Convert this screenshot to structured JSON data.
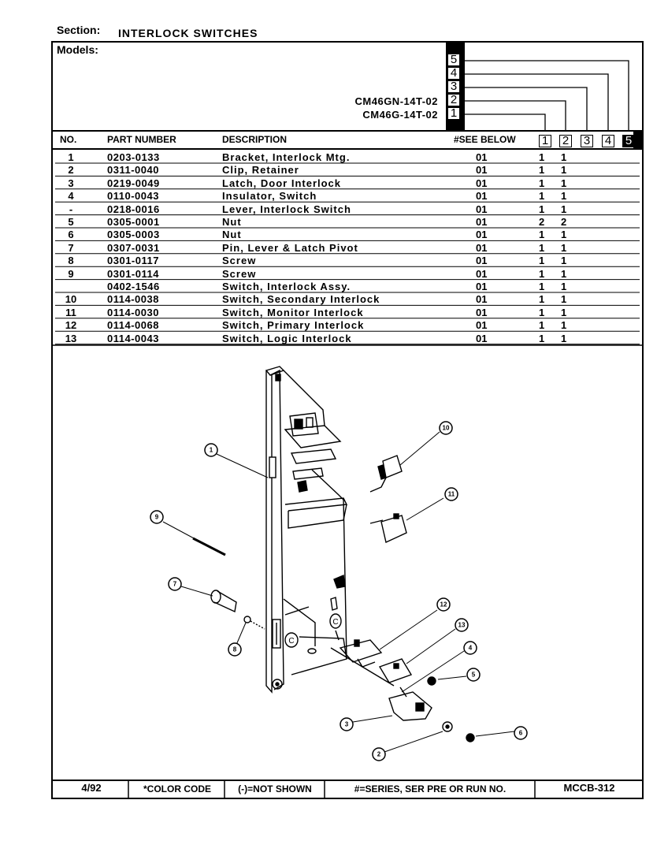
{
  "section": {
    "label": "Section:",
    "value": "INTERLOCK SWITCHES"
  },
  "models": {
    "label": "Models:",
    "names": [
      "CM46GN-14T-02",
      "CM46G-14T-02"
    ],
    "column_numbers": [
      "1",
      "2",
      "3",
      "4",
      "5"
    ]
  },
  "table": {
    "headers": {
      "no": "NO.",
      "part_number": "PART NUMBER",
      "description": "DESCRIPTION",
      "see_below": "#SEE BELOW"
    },
    "rows": [
      {
        "no": "1",
        "part": "0203-0133",
        "desc": "Bracket, Interlock Mtg.",
        "see": "01",
        "m1": "1",
        "m2": "1"
      },
      {
        "no": "2",
        "part": "0311-0040",
        "desc": "Clip, Retainer",
        "see": "01",
        "m1": "1",
        "m2": "1"
      },
      {
        "no": "3",
        "part": "0219-0049",
        "desc": "Latch, Door Interlock",
        "see": "01",
        "m1": "1",
        "m2": "1"
      },
      {
        "no": "4",
        "part": "0110-0043",
        "desc": "Insulator, Switch",
        "see": "01",
        "m1": "1",
        "m2": "1"
      },
      {
        "no": "-",
        "part": "0218-0016",
        "desc": "Lever, Interlock Switch",
        "see": "01",
        "m1": "1",
        "m2": "1"
      },
      {
        "no": "5",
        "part": "0305-0001",
        "desc": "Nut",
        "see": "01",
        "m1": "2",
        "m2": "2"
      },
      {
        "no": "6",
        "part": "0305-0003",
        "desc": "Nut",
        "see": "01",
        "m1": "1",
        "m2": "1"
      },
      {
        "no": "7",
        "part": "0307-0031",
        "desc": "Pin, Lever & Latch Pivot",
        "see": "01",
        "m1": "1",
        "m2": "1"
      },
      {
        "no": "8",
        "part": "0301-0117",
        "desc": "Screw",
        "see": "01",
        "m1": "1",
        "m2": "1"
      },
      {
        "no": "9",
        "part": "0301-0114",
        "desc": "Screw",
        "see": "01",
        "m1": "1",
        "m2": "1"
      },
      {
        "no": "",
        "part": "0402-1546",
        "desc": "Switch, Interlock Assy.",
        "see": "01",
        "m1": "1",
        "m2": "1"
      },
      {
        "no": "10",
        "part": "0114-0038",
        "desc": "Switch, Secondary Interlock",
        "see": "01",
        "m1": "1",
        "m2": "1"
      },
      {
        "no": "11",
        "part": "0114-0030",
        "desc": "Switch, Monitor Interlock",
        "see": "01",
        "m1": "1",
        "m2": "1"
      },
      {
        "no": "12",
        "part": "0114-0068",
        "desc": "Switch, Primary Interlock",
        "see": "01",
        "m1": "1",
        "m2": "1"
      },
      {
        "no": "13",
        "part": "0114-0043",
        "desc": "Switch, Logic Interlock",
        "see": "01",
        "m1": "1",
        "m2": "1"
      }
    ]
  },
  "diagram": {
    "callouts": [
      "1",
      "9",
      "7",
      "8",
      "10",
      "11",
      "12",
      "13",
      "4",
      "5",
      "3",
      "2",
      "6"
    ]
  },
  "footer": {
    "date": "4/92",
    "color_code": "*COLOR CODE",
    "not_shown": "(-)=NOT SHOWN",
    "series": "#=SERIES, SER PRE OR RUN NO.",
    "doc_id": "MCCB-312"
  }
}
